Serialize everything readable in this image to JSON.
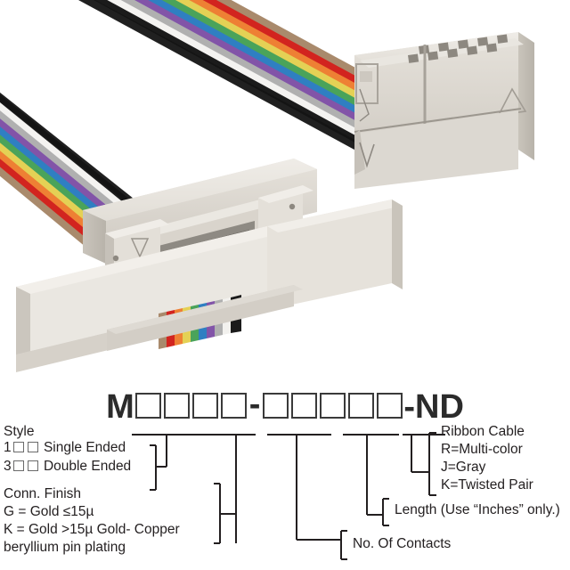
{
  "product": {
    "type": "idc-ribbon-cable-assembly",
    "photo_description": "Gray IDC ribbon cable assembly with multi-color rainbow flat cable, a male box header connector with gold pins in the foreground and a female IDC socket connector in the upper right.",
    "connector_body_color": "#ddd9d2",
    "pin_color": "#c9a227",
    "ribbon_colors": [
      {
        "name": "brown",
        "hex": "#a8876a"
      },
      {
        "name": "red",
        "hex": "#d2241f"
      },
      {
        "name": "orange",
        "hex": "#ef7b30"
      },
      {
        "name": "yellow",
        "hex": "#e8d24a"
      },
      {
        "name": "green",
        "hex": "#4aa койка"
      },
      {
        "name": "blue",
        "hex": "#2e7fc4"
      },
      {
        "name": "purple",
        "hex": "#7f53a8"
      },
      {
        "name": "gray",
        "hex": "#a8a8a8"
      },
      {
        "name": "white",
        "hex": "#f2f2f2"
      },
      {
        "name": "black",
        "hex": "#1b1b1b"
      }
    ]
  },
  "part_number": {
    "prefix": "M",
    "group1_boxes": 4,
    "separator": "-",
    "group2_boxes": 5,
    "suffix": "-ND",
    "full_display": "M □□□□ - □□□□□ -ND"
  },
  "legend": {
    "style": {
      "heading": "Style",
      "options": [
        {
          "code": "1",
          "label": "Single Ended"
        },
        {
          "code": "3",
          "label": "Double Ended"
        }
      ]
    },
    "finish": {
      "heading": "Conn. Finish",
      "line_g": "G = Gold ≤15µ",
      "line_k_bold": "K = Gold >15µ",
      "line_k_rest": " Gold- Copper",
      "line_k2": "beryllium pin plating"
    },
    "ribbon": {
      "heading": "Ribbon Cable",
      "options": [
        "R=Multi-color",
        "J=Gray",
        "K=Twisted Pair"
      ]
    },
    "length": {
      "label": "Length ",
      "note": "(Use “Inches” only.)"
    },
    "contacts": {
      "label": "No. Of Contacts"
    }
  }
}
